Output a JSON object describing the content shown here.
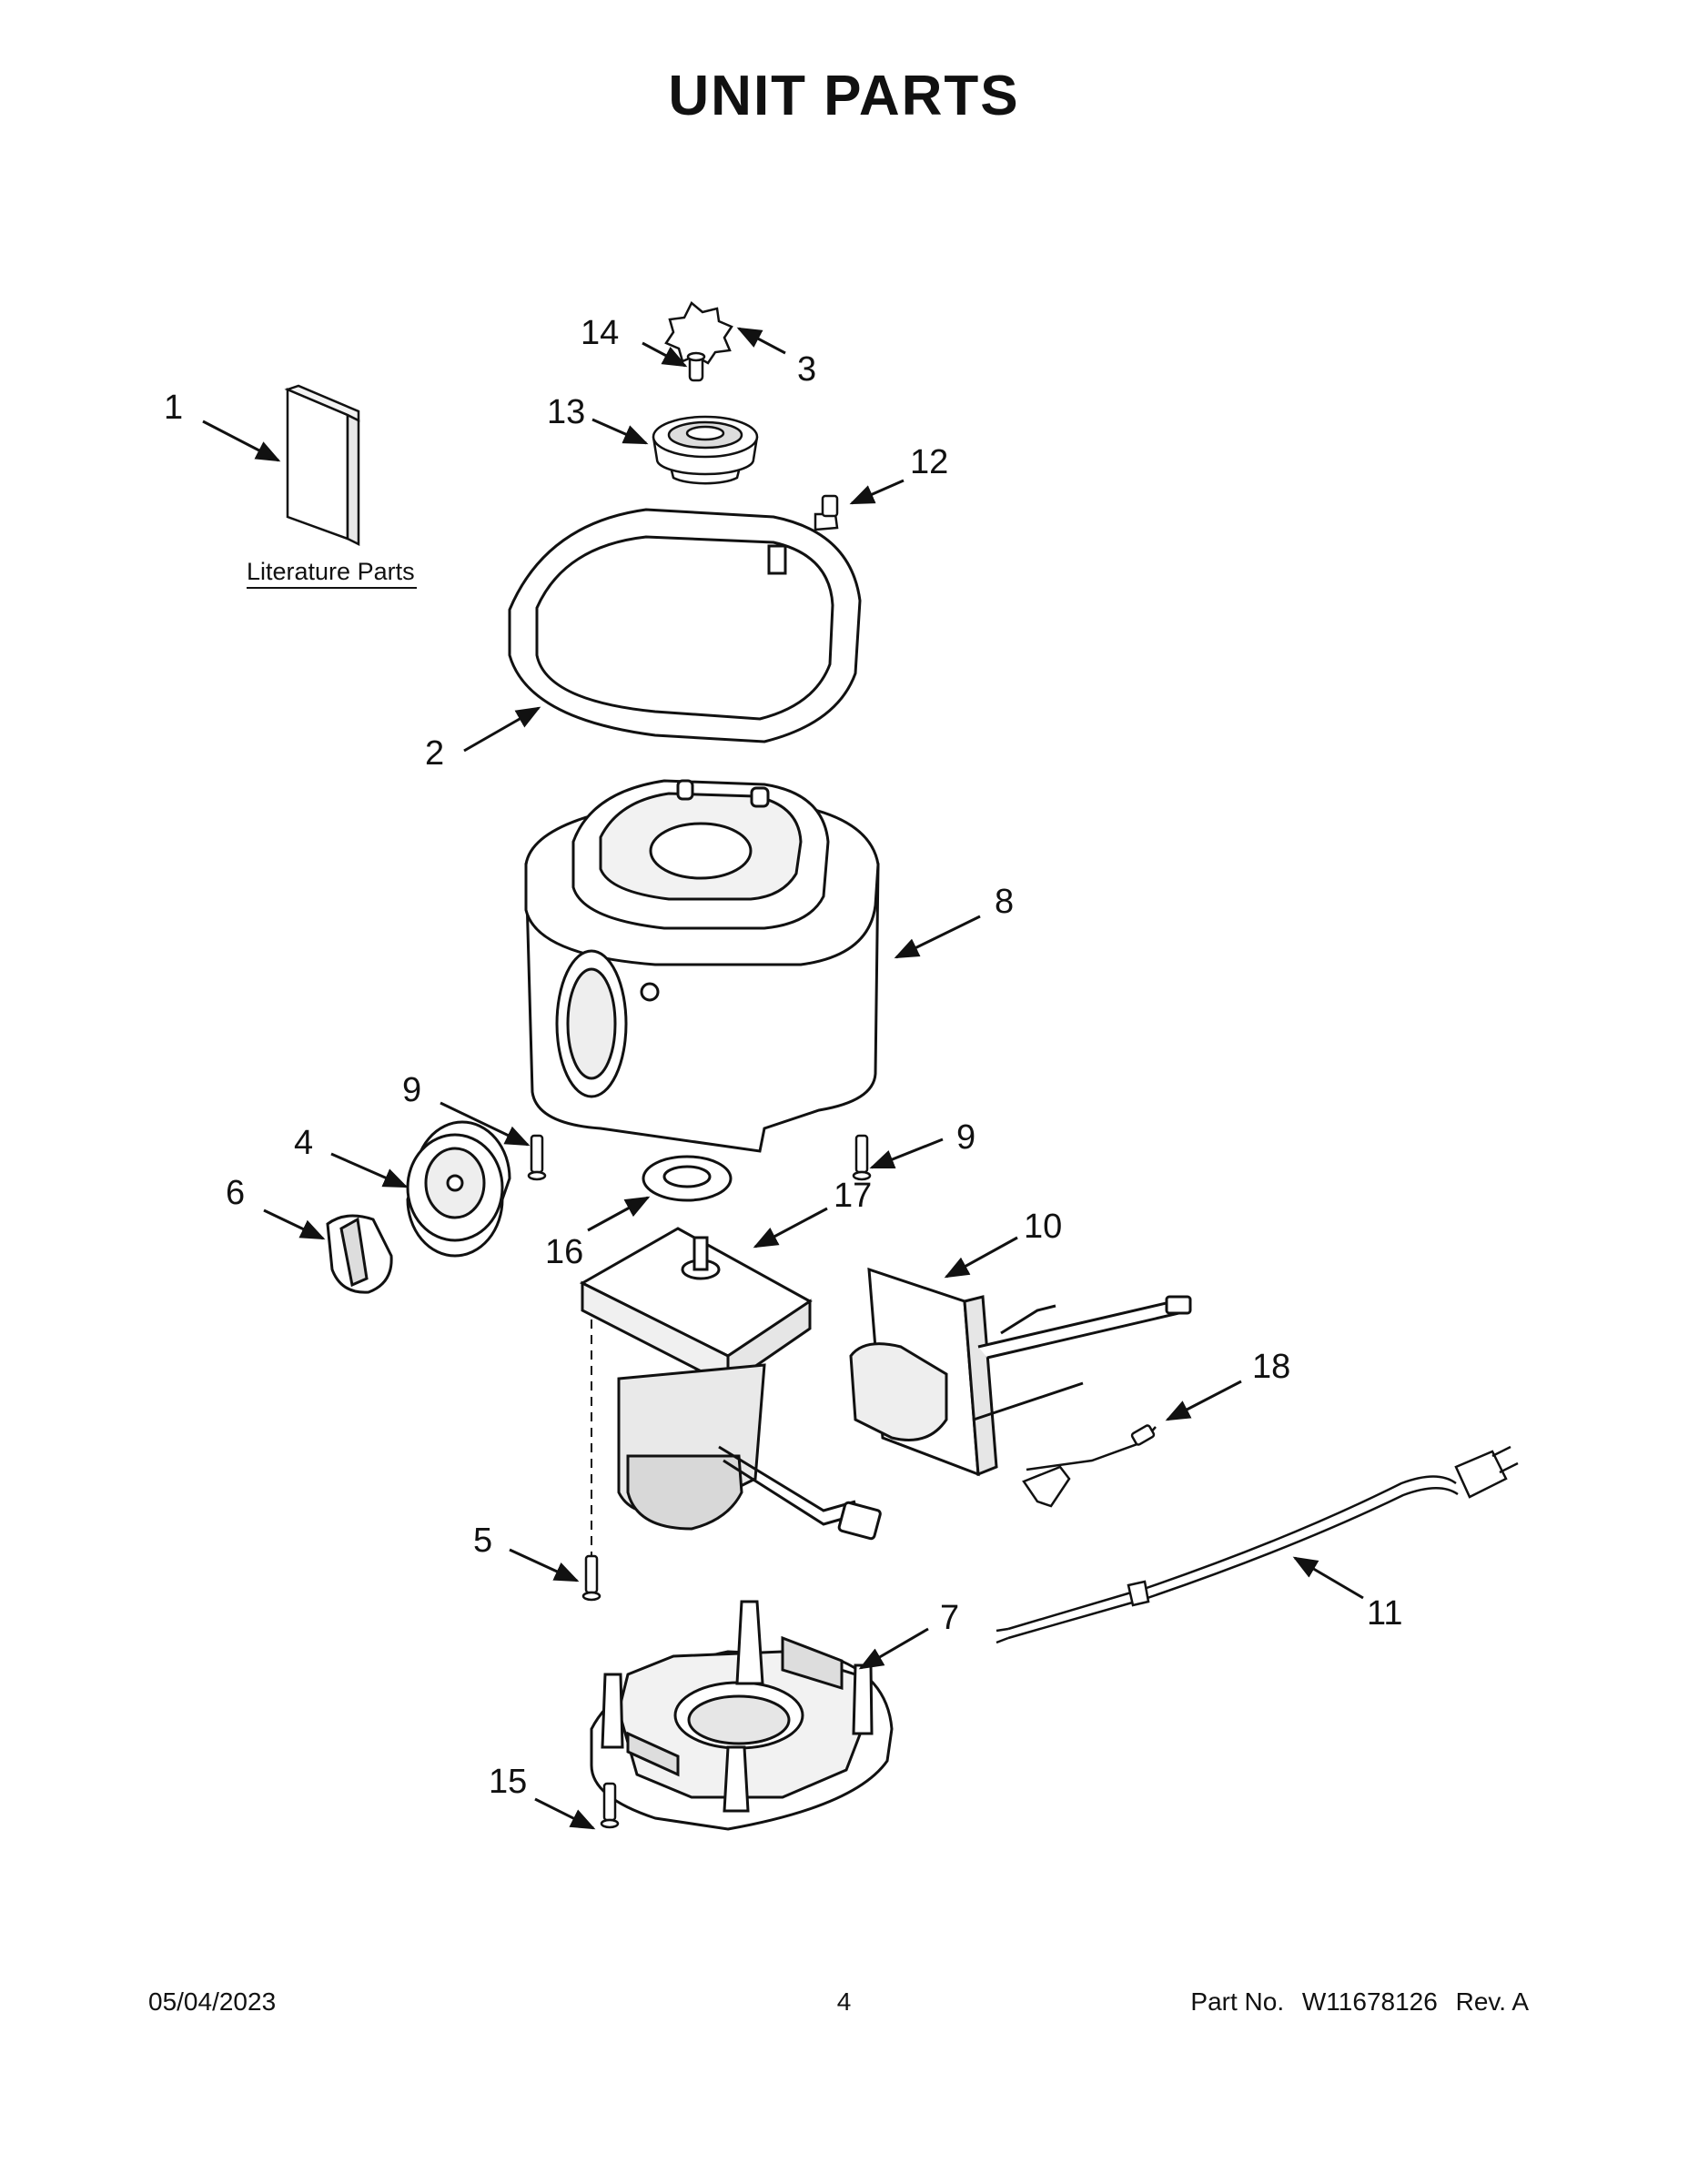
{
  "page": {
    "title_word1": "UNIT",
    "title_word2": "PARTS"
  },
  "diagram": {
    "literature_label": "Literature Parts",
    "callouts": {
      "c1": "1",
      "c2": "2",
      "c3": "3",
      "c4": "4",
      "c5": "5",
      "c6": "6",
      "c7": "7",
      "c8": "8",
      "c9a": "9",
      "c9b": "9",
      "c10": "10",
      "c11": "11",
      "c12": "12",
      "c13": "13",
      "c14": "14",
      "c15": "15",
      "c16": "16",
      "c17": "17",
      "c18": "18"
    }
  },
  "footer": {
    "date": "05/04/2023",
    "page_number": "4",
    "part_label": "Part No.",
    "part_number": "W11678126",
    "revision": "Rev. A"
  }
}
